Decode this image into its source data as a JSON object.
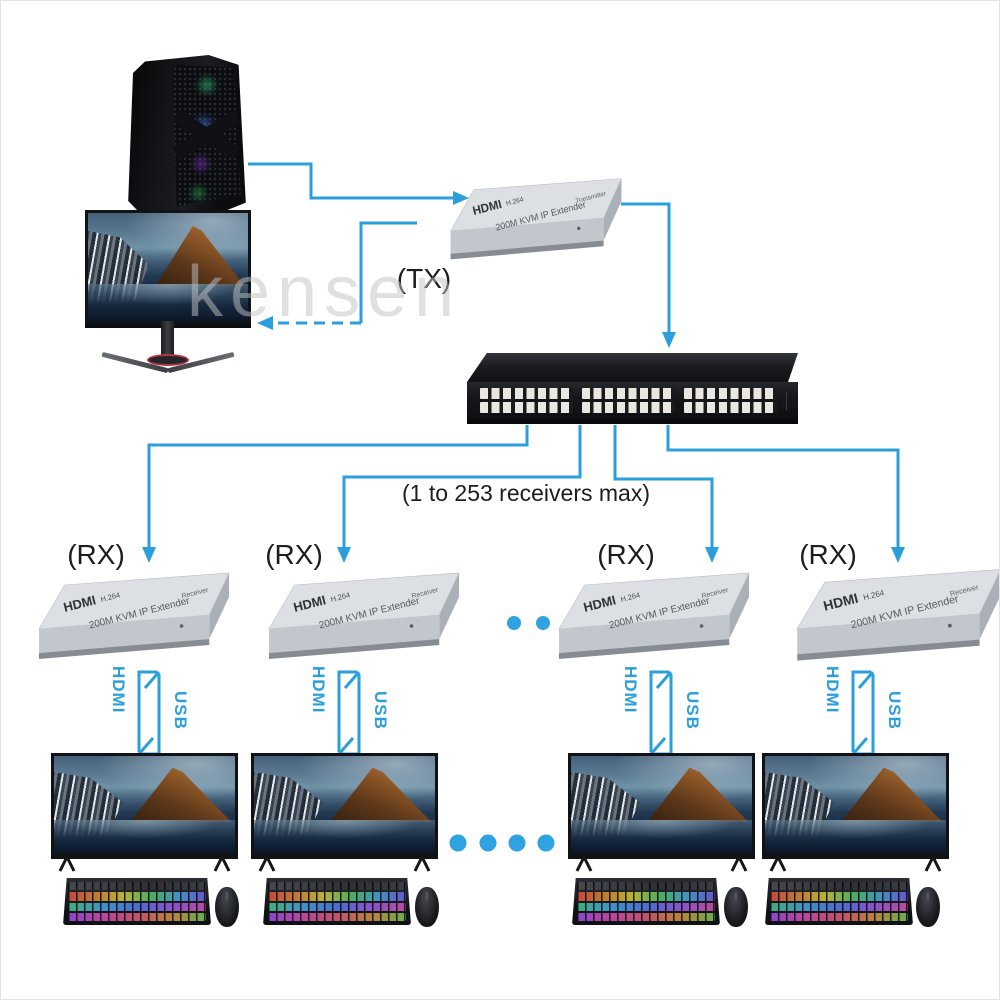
{
  "watermark": "kensen",
  "colors": {
    "arrow": "#2b9fdb",
    "dot": "#2fa2e2"
  },
  "labels": {
    "tx": "(TX)",
    "rx": "(RX)",
    "receivers_note": "(1 to 253 receivers max)",
    "hdmi": "HDMI",
    "usb": "USB"
  },
  "devices": {
    "transmitter": {
      "brand": "HDMI",
      "codec": "H.264",
      "model": "200M KVM IP Extender",
      "role": "Transmitter"
    },
    "receiver": {
      "brand": "HDMI",
      "codec": "H.264",
      "model": "200M KVM IP Extender",
      "role": "Receiver"
    }
  }
}
